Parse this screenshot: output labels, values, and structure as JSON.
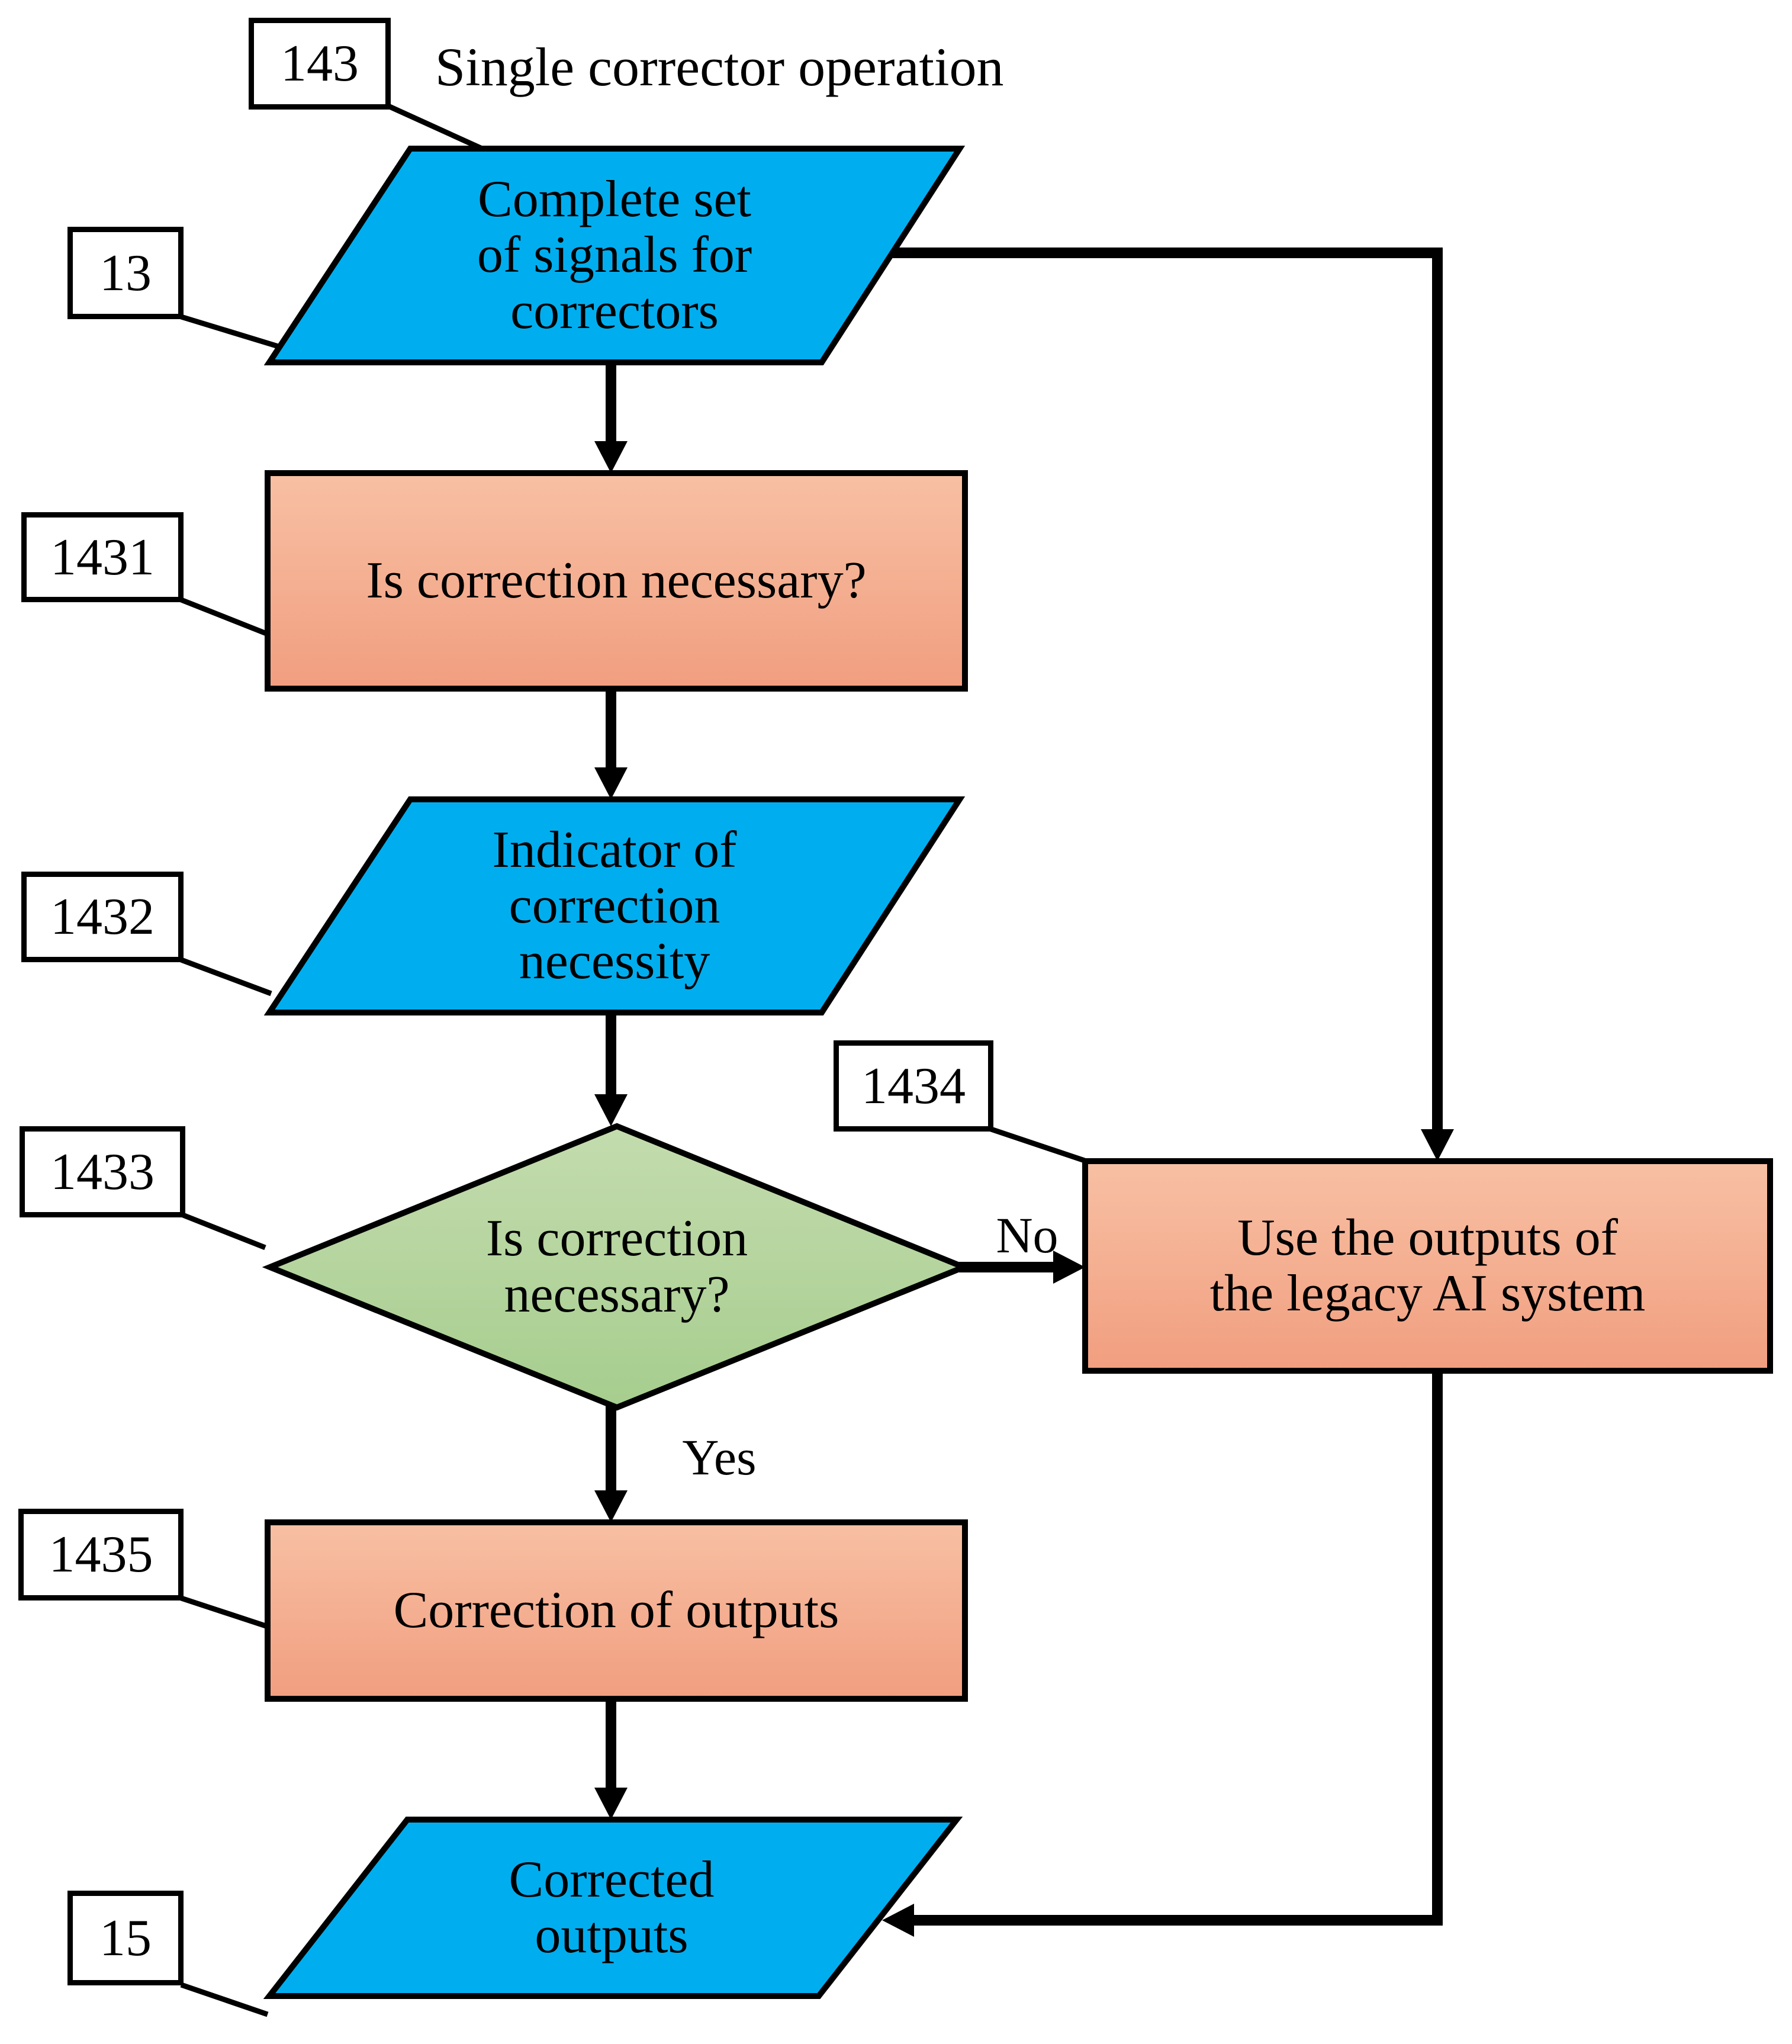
{
  "title": "Single corrector operation",
  "process_ref": "143",
  "colors": {
    "blue": "#00AEEF",
    "orange_light": "#F8C0A4",
    "orange_dark": "#F19E7F",
    "green_light": "#C4DCAE",
    "green_dark": "#A6CD8E",
    "line": "#000000",
    "background": "#FFFFFF"
  },
  "nodes": {
    "signals": {
      "ref": "13",
      "shape": "parallelogram",
      "lines": [
        "Complete set",
        "of signals for",
        "correctors"
      ]
    },
    "check_necessity": {
      "ref": "1431",
      "shape": "rectangle",
      "lines": [
        "Is correction necessary?"
      ]
    },
    "indicator": {
      "ref": "1432",
      "shape": "parallelogram",
      "lines": [
        "Indicator of",
        "correction",
        "necessity"
      ]
    },
    "decision": {
      "ref": "1433",
      "shape": "diamond",
      "lines": [
        "Is correction",
        "necessary?"
      ]
    },
    "legacy": {
      "ref": "1434",
      "shape": "rectangle",
      "lines": [
        "Use the outputs of",
        "the legacy AI system"
      ]
    },
    "correction": {
      "ref": "1435",
      "shape": "rectangle",
      "lines": [
        "Correction of outputs"
      ]
    },
    "corrected": {
      "ref": "15",
      "shape": "parallelogram",
      "lines": [
        "Corrected",
        "outputs"
      ]
    }
  },
  "edges": {
    "yes": "Yes",
    "no": "No"
  }
}
